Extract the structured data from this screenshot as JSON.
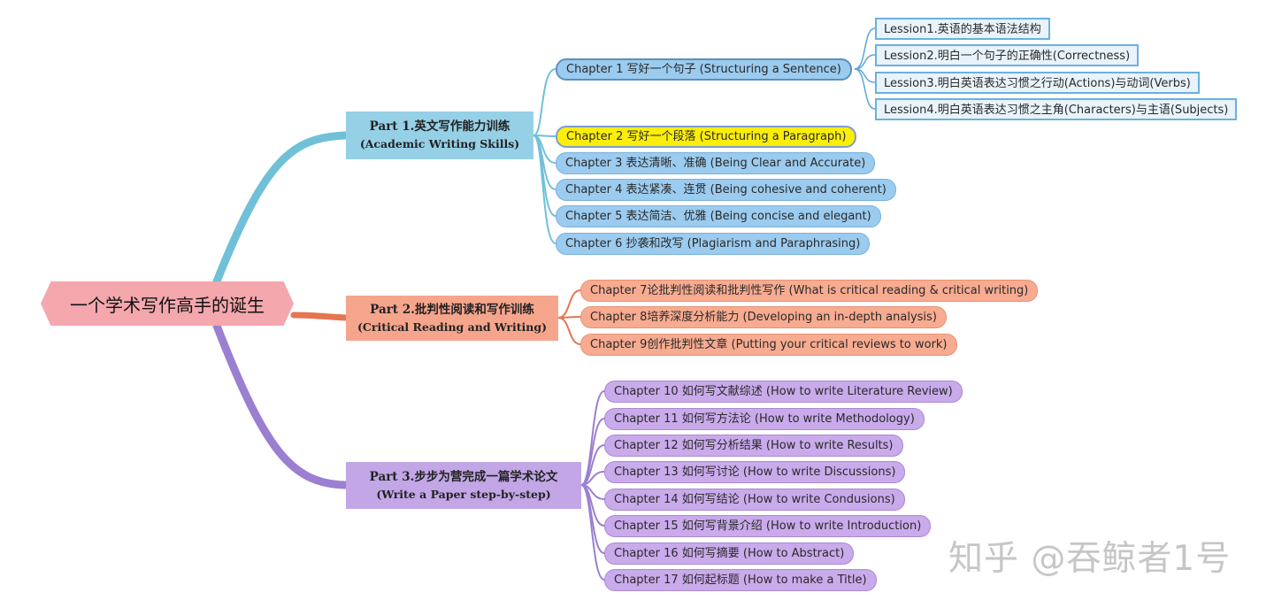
{
  "root": {
    "label": "一个学术写作高手的诞生"
  },
  "colors": {
    "blue_branch": "#70c0d8",
    "orange_branch": "#e57550",
    "purple_branch": "#9b7fd0"
  },
  "parts": [
    {
      "title": "Part 1.英文写作能力训练",
      "subtitle": "(Academic Writing Skills)",
      "chapters": [
        {
          "label": "Chapter 1 写好一个句子 (Structuring a Sentence)",
          "lessons": [
            "Lession1.英语的基本语法结构",
            "Lession2.明白一个句子的正确性(Correctness)",
            "Lession3.明白英语表达习惯之行动(Actions)与动词(Verbs)",
            "Lession4.明白英语表达习惯之主角(Characters)与主语(Subjects)"
          ]
        },
        {
          "label": "Chapter 2 写好一个段落 (Structuring a Paragraph)",
          "highlighted": true
        },
        {
          "label": "Chapter 3 表达清晰、准确 (Being Clear and Accurate)"
        },
        {
          "label": "Chapter 4 表达紧凑、连贯 (Being cohesive and coherent)"
        },
        {
          "label": "Chapter 5 表达简洁、优雅 (Being concise and elegant)"
        },
        {
          "label": "Chapter 6 抄袭和改写 (Plagiarism and Paraphrasing)"
        }
      ]
    },
    {
      "title": "Part 2.批判性阅读和写作训练",
      "subtitle": "(Critical Reading and Writing)",
      "chapters": [
        {
          "label": "Chapter 7论批判性阅读和批判性写作 (What is critical reading & critical writing)"
        },
        {
          "label": "Chapter 8培养深度分析能力 (Developing an in-depth analysis)"
        },
        {
          "label": "Chapter 9创作批判性文章 (Putting your critical reviews to work)"
        }
      ]
    },
    {
      "title": "Part 3.步步为营完成一篇学术论文",
      "subtitle": "(Write a Paper step-by-step)",
      "chapters": [
        {
          "label": "Chapter 10 如何写文献综述 (How to write Literature Review)"
        },
        {
          "label": "Chapter 11 如何写方法论 (How to write Methodology)"
        },
        {
          "label": "Chapter 12 如何写分析结果 (How to write Results)"
        },
        {
          "label": "Chapter 13 如何写讨论 (How to write Discussions)"
        },
        {
          "label": "Chapter 14 如何写结论 (How to write Condusions)"
        },
        {
          "label": "Chapter 15 如何写背景介绍 (How to write Introduction)"
        },
        {
          "label": "Chapter 16 如何写摘要 (How to Abstract)"
        },
        {
          "label": "Chapter 17 如何起标题 (How to make a Title)"
        }
      ]
    }
  ],
  "watermark": "知乎 @吞鲸者1号"
}
